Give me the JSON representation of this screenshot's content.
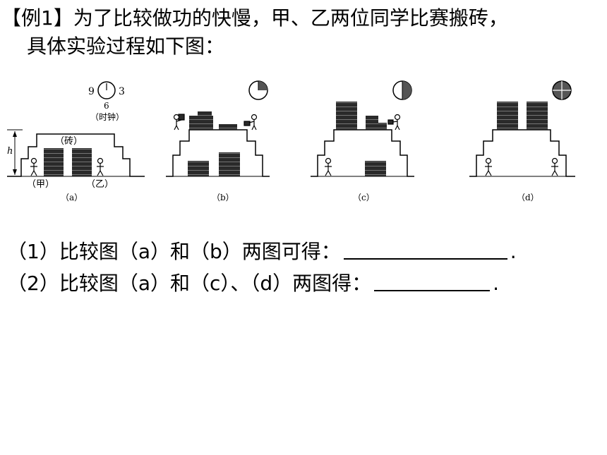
{
  "problem": {
    "line1": "【例1】为了比较做功的快慢，甲、乙两位同学比赛搬砖，",
    "line2": "具体实验过程如下图："
  },
  "figure": {
    "clock_left": "9",
    "clock_right": "3",
    "clock_bottom": "6",
    "clock_caption": "（时钟）",
    "brick_label": "（砖）",
    "height_label": "h",
    "person_a_label": "（甲）",
    "person_b_label": "（乙）",
    "panel_labels": [
      "（a）",
      "（b）",
      "（c）",
      "（d）"
    ]
  },
  "questions": [
    {
      "text": "（1）比较图（a）和（b）两图可得：",
      "end": "."
    },
    {
      "text": "（2）比较图（a）和（c）、（d）两图得：",
      "end": "."
    }
  ]
}
